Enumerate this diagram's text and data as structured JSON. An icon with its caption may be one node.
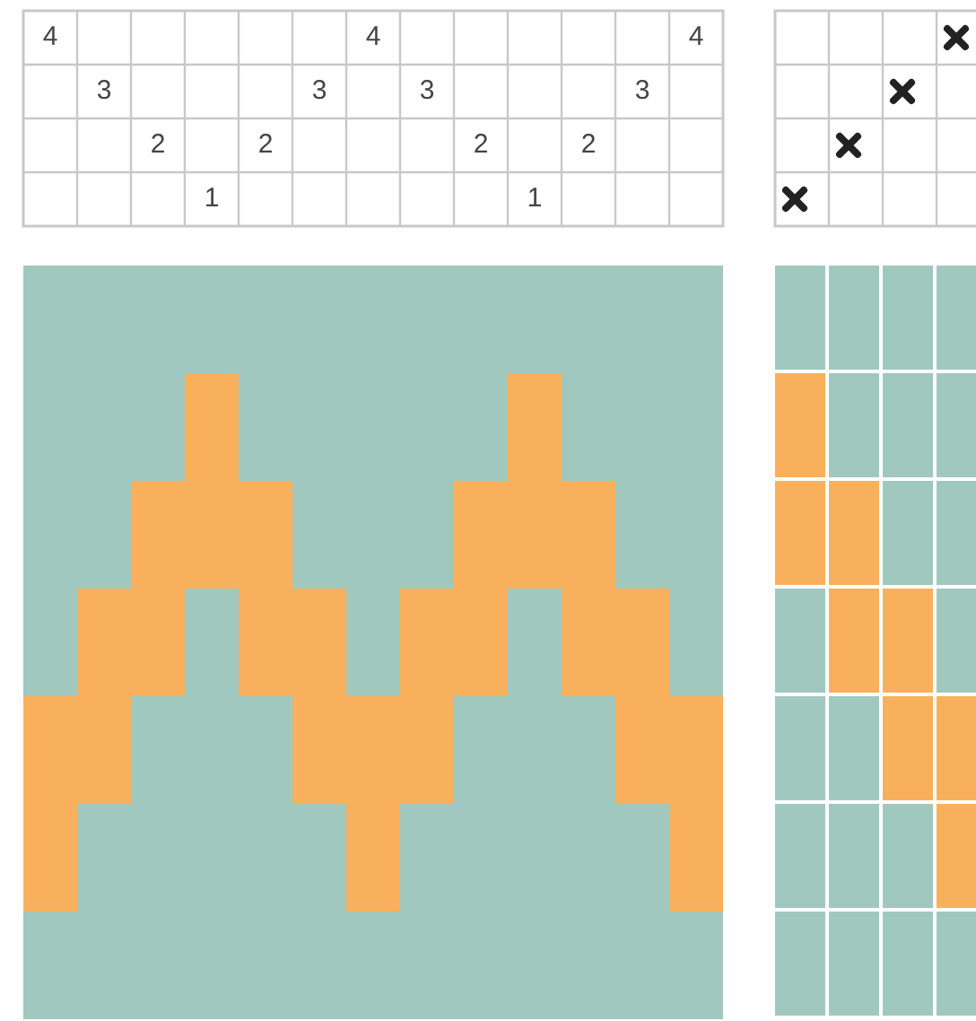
{
  "diagram": {
    "labels": [
      "4",
      "4",
      "4",
      "3",
      "3",
      "3",
      "3",
      "2",
      "2",
      "2",
      "2",
      "1",
      "1"
    ]
  }
}
